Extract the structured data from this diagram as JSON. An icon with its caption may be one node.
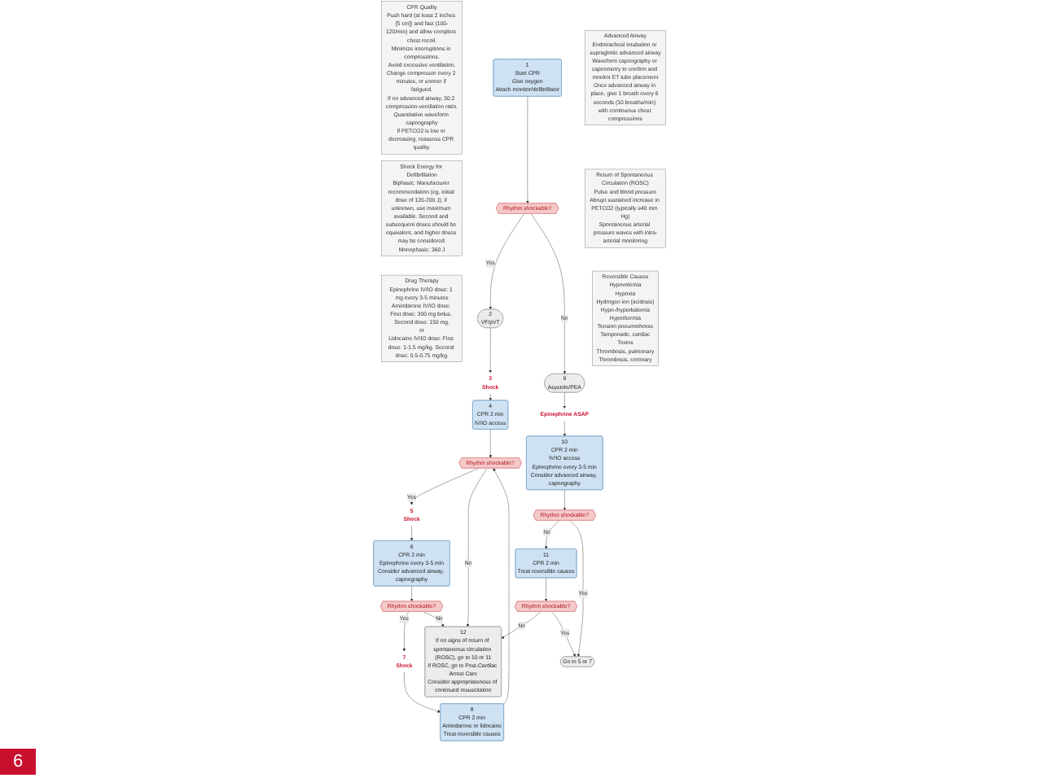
{
  "diagram": {
    "nodes": [
      {
        "text": [
          "1",
          "Start CPR",
          "Give oxygen",
          "Attach monitor/defibrillator"
        ]
      },
      {
        "text": [
          "Rhythm shockable?"
        ]
      },
      {
        "text": [
          "2",
          "VF/pVT"
        ]
      },
      {
        "text": [
          "3",
          "Shock"
        ]
      },
      {
        "text": [
          "4",
          "CPR 2 min",
          "IV/IO access"
        ]
      },
      {
        "text": [
          "Rhythm shockable?"
        ]
      },
      {
        "text": [
          "5",
          "Shock"
        ]
      },
      {
        "text": [
          "6",
          "CPR 2 min",
          "Epinephrine every 3-5 min",
          "Consider advanced airway, capnography"
        ]
      },
      {
        "text": [
          "Rhythm shockable?"
        ]
      },
      {
        "text": [
          "7",
          "Shock"
        ]
      },
      {
        "text": [
          "8",
          "CPR 2 min",
          "Amiodarone or lidocaine",
          "Treat reversible causes"
        ]
      },
      {
        "text": [
          "9",
          "Asystole/PEA"
        ]
      },
      {
        "text": [
          "Epinephrine ASAP"
        ]
      },
      {
        "text": [
          "10",
          "CPR 2 min",
          "IV/IO access",
          "Epinephrine every 3-5 min",
          "Consider advanced airway, capnography"
        ]
      },
      {
        "text": [
          "Rhythm shockable?"
        ]
      },
      {
        "text": [
          "11",
          "CPR 2 min",
          "Treat reversible causes"
        ]
      },
      {
        "text": [
          "Rhythm shockable?"
        ]
      },
      {
        "text": [
          "12",
          "If no signs of return of spontaneous circulation (ROSC), go to 10 or 11",
          "If ROSC, go to Post-Cardiac Arrest Care",
          "Consider appropriateness of continued resuscitation"
        ]
      },
      {
        "text": [
          "Go to 5 or 7"
        ]
      },
      {
        "text": [
          "CPR Quality",
          "Push hard (at least 2 inches [5 cm]) and fast (100-120/min) and allow complete chest recoil.",
          "Minimize interruptions in compressions.",
          "Avoid excessive ventilation.",
          "Change compressor every 2 minutes, or sooner if fatigued.",
          "If no advanced airway, 30:2 compression-ventilation ratio.",
          "Quantitative waveform capnography",
          "If PETCO2 is low or decreasing, reassess CPR quality."
        ]
      },
      {
        "text": [
          "Shock Energy for Defibrillation",
          "Biphasic: Manufacturer recommendation (eg, initial dose of 120-200 J); if unknown, use maximum available. Second and subsequent doses should be equivalent, and higher doses may be considered.",
          "Monophasic: 360 J"
        ]
      },
      {
        "text": [
          "Drug Therapy",
          "Epinephrine IV/IO dose: 1 mg every 3-5 minutes",
          "Amiodarone IV/IO dose: First dose: 300 mg bolus. Second dose: 150 mg.",
          "or",
          "Lidocaine IV/IO dose: First dose: 1-1.5 mg/kg. Second dose: 0.5-0.75 mg/kg."
        ]
      },
      {
        "text": [
          "Advanced Airway",
          "Endotracheal intubation or supraglottic advanced airway",
          "Waveform capnography or capnometry to confirm and monitor ET tube placement",
          "Once advanced airway in place, give 1 breath every 6 seconds (10 breaths/min) with continuous chest compressions"
        ]
      },
      {
        "text": [
          "Return of Spontaneous Circulation (ROSC)",
          "Pulse and blood pressure",
          "Abrupt sustained increase in PETCO2 (typically ≥40 mm Hg)",
          "Spontaneous arterial pressure waves with intra-arterial monitoring"
        ]
      },
      {
        "text": [
          "Reversible Causes",
          "Hypovolemia",
          "Hypoxia",
          "Hydrogen ion (acidosis)",
          "Hypo-/hyperkalemia",
          "Hypothermia",
          "Tension pneumothorax",
          "Tamponade, cardiac",
          "Toxins",
          "Thrombosis, pulmonary",
          "Thrombosis, coronary"
        ]
      }
    ],
    "edges": [
      {
        "from": 0,
        "to": 1,
        "arrow": "to"
      },
      {
        "from": 1,
        "to": 2,
        "arrow": "to",
        "label": "Yes"
      },
      {
        "from": 1,
        "to": 11,
        "arrow": "to",
        "label": "No"
      },
      {
        "from": 2,
        "to": 3,
        "arrow": "to"
      },
      {
        "from": 3,
        "to": 4,
        "arrow": "to"
      },
      {
        "from": 4,
        "to": 5,
        "arrow": "to"
      },
      {
        "from": 5,
        "to": 6,
        "arrow": "to",
        "label": "Yes"
      },
      {
        "from": 5,
        "to": 17,
        "arrow": "to",
        "label": "No"
      },
      {
        "from": 6,
        "to": 7,
        "arrow": "to"
      },
      {
        "from": 7,
        "to": 8,
        "arrow": "to"
      },
      {
        "from": 8,
        "to": 9,
        "arrow": "to",
        "label": "Yes"
      },
      {
        "from": 8,
        "to": 17,
        "arrow": "to",
        "label": "No"
      },
      {
        "from": 9,
        "to": 10,
        "arrow": "to"
      },
      {
        "from": 10,
        "to": 5,
        "arrow": "to"
      },
      {
        "from": 11,
        "to": 12,
        "arrow": "to"
      },
      {
        "from": 12,
        "to": 13,
        "arrow": "to"
      },
      {
        "from": 13,
        "to": 14,
        "arrow": "to"
      },
      {
        "from": 14,
        "to": 15,
        "arrow": "to",
        "label": "No"
      },
      {
        "from": 14,
        "to": 18,
        "arrow": "to",
        "label": "Yes"
      },
      {
        "from": 15,
        "to": 16,
        "arrow": "to"
      },
      {
        "from": 16,
        "to": 17,
        "arrow": "to",
        "label": "No"
      },
      {
        "from": 16,
        "to": 18,
        "arrow": "to",
        "label": "Yes"
      }
    ],
    "labels": [
      "6"
    ]
  }
}
